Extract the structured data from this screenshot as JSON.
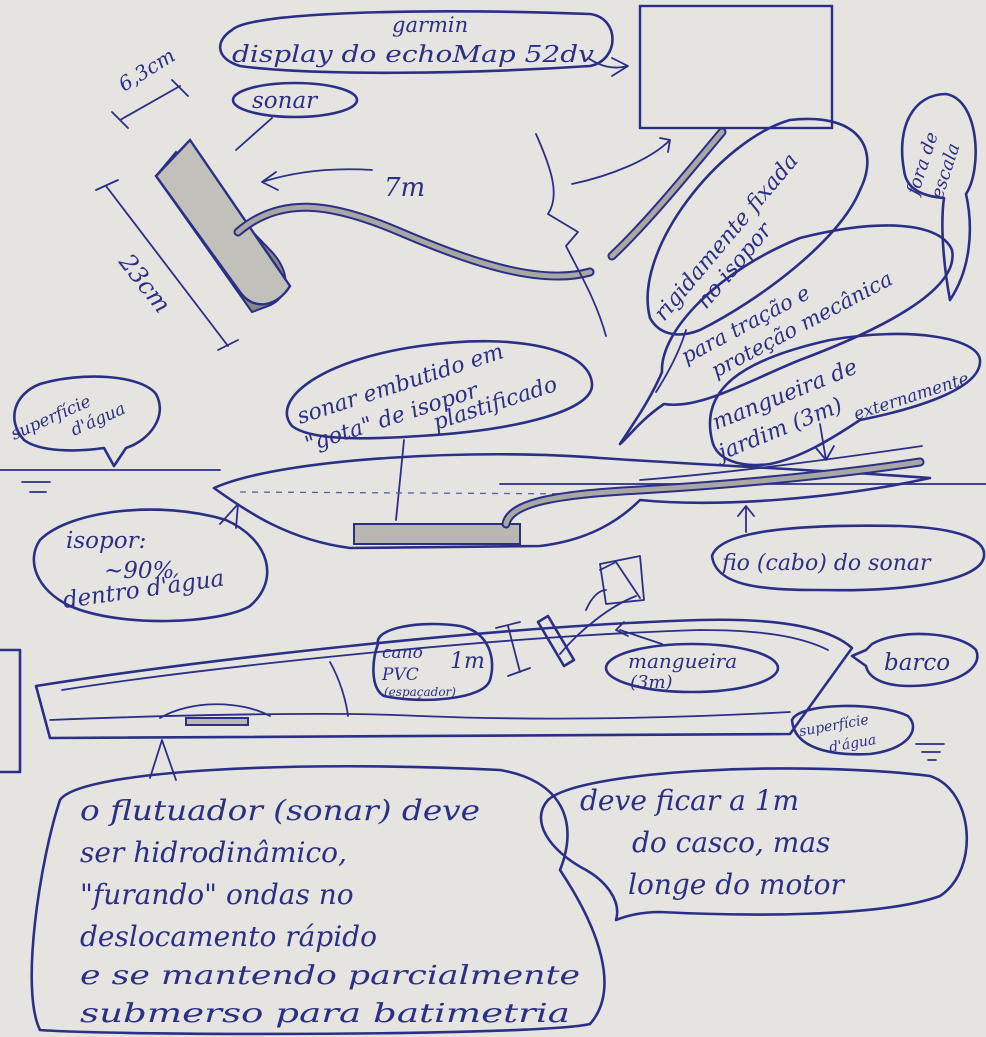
{
  "labels": {
    "garmin": "garmin",
    "display": "display do echoMap 52dv",
    "sonar": "sonar",
    "width": "6,3cm",
    "length": "23cm",
    "distance": "7m",
    "fora_de_escala_1": "fora de",
    "fora_de_escala_2": "escala",
    "rigid_1": "rigidamente fixada",
    "rigid_2": "no isopor",
    "tracao_1": "para tração e",
    "tracao_2": "proteção mecânica",
    "mangueira_1": "mangueira de",
    "mangueira_2": "jardim (3m)",
    "mangueira_3": "externamente",
    "superficie_1": "superfície",
    "superficie_2": "d'água",
    "embutido_1": "sonar embutido em",
    "embutido_2": "\"gota\" de isopor",
    "embutido_3": "plastificado",
    "isopor_1": "isopor:",
    "isopor_2": "~90%",
    "isopor_3": "dentro d'água",
    "fio": "fio (cabo) do sonar",
    "cano_1": "cano",
    "cano_2": "PVC",
    "cano_3": "(espaçador)",
    "one_m": "1m",
    "mangueira_small_1": "mangueira",
    "mangueira_small_2": "(3m)",
    "barco": "barco",
    "superficie_small_1": "superfície",
    "superficie_small_2": "d'água",
    "flutuador_lines": [
      "o flutuador (sonar) deve",
      "ser hidrodinâmico,",
      "\"furando\" ondas no",
      "deslocamento rápido",
      "e se mantendo parcialmente",
      "submerso para batimetria"
    ],
    "deve_lines": [
      "deve ficar a 1m",
      "do casco, mas",
      "longe do motor"
    ]
  }
}
